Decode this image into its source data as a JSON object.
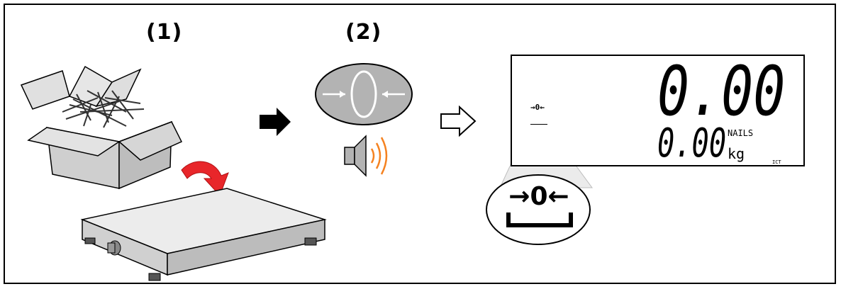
{
  "steps": {
    "one": "(1)",
    "two": "(2)"
  },
  "display": {
    "main_value": "0.00",
    "secondary_value": "0.00",
    "unit_label": "NAILS",
    "unit": "kg",
    "small_indicator": "ICT",
    "zero_indicator": "→0←"
  },
  "zoom": {
    "zero_symbol": "→0←"
  },
  "colors": {
    "button_gray": "#b3b3b3",
    "sound_wave": "#f58220",
    "box_gray": "#d9d9d9"
  },
  "icons": [
    "open-box-with-nails-icon",
    "platform-scale-icon",
    "curved-arrow-icon",
    "zero-button-icon",
    "speaker-icon",
    "right-arrow-filled-icon",
    "right-arrow-outline-icon"
  ]
}
